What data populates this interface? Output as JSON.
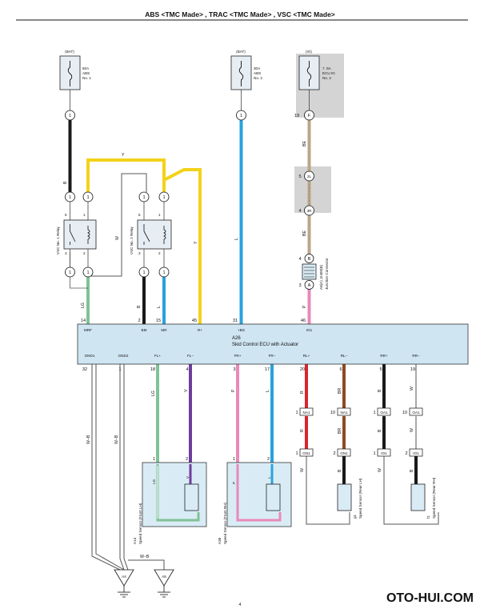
{
  "page": {
    "title": "ABS <TMC Made> , TRAC <TMC Made> , VSC <TMC Made>",
    "page_number": "4"
  },
  "fuses": [
    {
      "source": "(BAT)",
      "rating": "50A",
      "name": "ABS",
      "number": "No. 1",
      "pin": "1"
    },
    {
      "source": "(BAT)",
      "rating": "30A",
      "name": "ABS",
      "number": "No. 2",
      "pin": "1"
    },
    {
      "source": "(IG)",
      "rating": "7. 5A",
      "name": "ECU IG",
      "number": "No. 2",
      "pin": "19",
      "connector": "F"
    }
  ],
  "relays": [
    {
      "name": "VSC No. 1 Relay",
      "pins": [
        "5",
        "1",
        "3",
        "2"
      ]
    },
    {
      "name": "VSC No. 2 Relay",
      "pins": [
        "5",
        "1",
        "3",
        "2"
      ]
    }
  ],
  "junction": {
    "id": "A8(A) ,E400(B)",
    "name": "Junction Connector",
    "connectors": [
      "B",
      "A"
    ],
    "pins": [
      "4",
      "3"
    ],
    "j_pins": [
      {
        "pin": "5",
        "label": "2L"
      },
      {
        "pin": "4",
        "label": "3R"
      }
    ]
  },
  "ecu": {
    "id": "A26",
    "name": "Skid Control ECU with Actuator",
    "top_terminals": [
      {
        "label": "MRF",
        "pin": "14",
        "wire": "LG"
      },
      {
        "label": "BM",
        "pin": "2",
        "wire": "B"
      },
      {
        "label": "MR",
        "pin": "15",
        "wire": "L"
      },
      {
        "label": "R+",
        "pin": "45",
        "wire": "Y"
      },
      {
        "label": "+BS",
        "pin": "31",
        "wire": "L"
      },
      {
        "label": "IG1",
        "pin": "46",
        "wire": "P"
      }
    ],
    "bottom_terminals": [
      {
        "label": "GND1",
        "pin": "32"
      },
      {
        "label": "GND2",
        "pin": "1"
      },
      {
        "label": "FL+",
        "pin": "18"
      },
      {
        "label": "FL−",
        "pin": "4"
      },
      {
        "label": "FR+",
        "pin": "3"
      },
      {
        "label": "FR−",
        "pin": "17"
      },
      {
        "label": "RL+",
        "pin": "20"
      },
      {
        "label": "RL−",
        "pin": "6"
      },
      {
        "label": "RR+",
        "pin": "5"
      },
      {
        "label": "RR−",
        "pin": "19"
      }
    ]
  },
  "wire_labels": {
    "fuse1": "B",
    "relay_bridge": "Y",
    "relay2_w": "W",
    "y_down": "Y",
    "bat2": "L",
    "ig_be1": "BE",
    "ig_be2": "BE",
    "ig_p": "P",
    "fl_plus": "LG",
    "fl_minus": "V",
    "fr_plus": "P",
    "fr_minus": "L",
    "rl_plus": "R",
    "rl_minus": "BR",
    "rr_plus": "B",
    "rr_minus": "W",
    "gnd1": "W−B",
    "gnd2": "W−B",
    "gnd_link": "W−B",
    "rl_a": "R",
    "rl_b": "BR",
    "rl_c": "W",
    "rl_d": "B",
    "rr_a": "B",
    "rr_b": "W",
    "rr_c": "W",
    "rr_d": "B",
    "fl_sensor_lg": "LG",
    "fl_sensor_v": "V",
    "fr_sensor_p": "P",
    "fr_sensor_l": "L"
  },
  "sensors": [
    {
      "id": "A14",
      "name": "Speed Sensor (Front LH)",
      "pins": [
        "1",
        "2"
      ]
    },
    {
      "id": "A36",
      "name": "Speed Sensor (Front RH)",
      "pins": [
        "1",
        "2"
      ]
    },
    {
      "id": "g1",
      "name": "Speed Sensor (Rear LH)",
      "pins": [
        "1",
        "2"
      ]
    },
    {
      "id": "f1",
      "name": "Speed Sensor (Rear RH)",
      "pins": [
        "1",
        "2"
      ]
    }
  ],
  "connectors": {
    "na1_a": {
      "pin": "1",
      "label": "NA1"
    },
    "na1_b": {
      "pin": "10",
      "label": "NA1"
    },
    "oa1_a": {
      "pin": "1",
      "label": "OA1"
    },
    "oa1_b": {
      "pin": "10",
      "label": "OA1"
    },
    "gn1_a": {
      "pin": "1",
      "label": "GN1"
    },
    "gn1_b": {
      "pin": "2",
      "label": "GN1"
    },
    "io1_a": {
      "pin": "1",
      "label": "IO1"
    },
    "io1_b": {
      "pin": "2",
      "label": "IO1"
    }
  },
  "grounds": [
    "A4",
    "A5"
  ],
  "watermark": "OTO-HUI.COM",
  "colors": {
    "yellow": "#f3d21a",
    "blue": "#2aa2dc",
    "green": "#7fc296",
    "purple": "#6e3b9e",
    "pink": "#e889b9",
    "tan": "#bca587",
    "red": "#d8262e",
    "brown": "#8c4a22",
    "black": "#1a1a1a",
    "ecu_fill": "#cfe5f2",
    "sensor_fill": "#d9ecf6",
    "fuse_fill": "#e6eef4",
    "ig_bg": "#d4d4d4",
    "watermark": "#19a3dc"
  }
}
